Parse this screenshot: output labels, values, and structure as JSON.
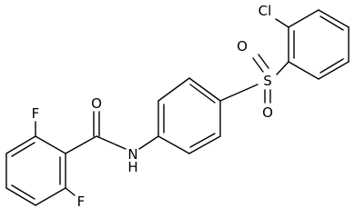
{
  "structure": {
    "atoms": {
      "cl": "Cl",
      "s": "S",
      "o_top": "O",
      "o_bottom": "O",
      "o_carbonyl": "O",
      "n": "N",
      "h": "H",
      "f_top": "F",
      "f_bottom": "F"
    }
  },
  "colors": {
    "bond": "#000000",
    "label": "#000000",
    "background": "#ffffff"
  }
}
